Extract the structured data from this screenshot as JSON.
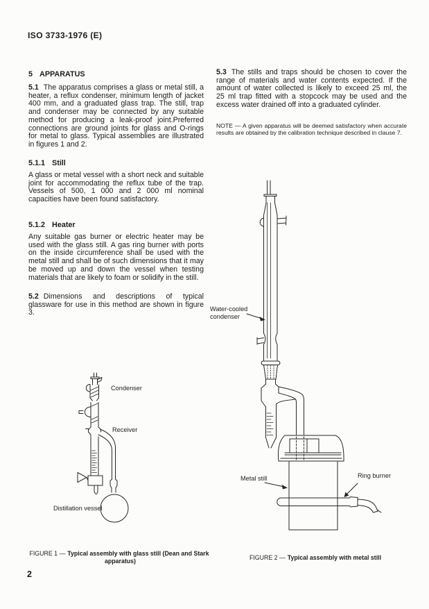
{
  "page": {
    "header": "ISO 3733-1976 (E)",
    "page_number": "2"
  },
  "left_column": {
    "heading5": {
      "num": "5",
      "label": "APPARATUS"
    },
    "p51": {
      "num": "5.1",
      "text": "The apparatus comprises a glass or metal still, a heater, a reflux condenser, minimum length of jacket 400 mm, and a graduated glass trap. The still, trap and condenser may be connected by any suitable method for producing a leak-proof joint.Preferred connections are ground joints for glass and O-rings for metal to glass. Typical assemblies are illustrated in figures 1 and 2."
    },
    "h511": {
      "num": "5.1.1",
      "label": "Still"
    },
    "p511": "A glass or metal vessel with a short neck and suitable joint for accommodating the reflux tube of the trap. Vessels of 500, 1 000 and 2 000 ml nominal capacities have been found satisfactory.",
    "h512": {
      "num": "5.1.2",
      "label": "Heater"
    },
    "p512": "Any suitable gas burner or electric heater may be used with the glass still. A gas ring burner with ports on the inside circumference shall be used with the metal still and shall be of such dimensions that it may be moved up and down the vessel when testing materials that are likely to foam or solidify in the still.",
    "p52": {
      "num": "5.2",
      "text": "Dimensions and descriptions of typical glassware for use in this method are shown in figure 3."
    }
  },
  "right_column": {
    "p53": {
      "num": "5.3",
      "text": "The stills and traps should be chosen to cover the range of materials and water contents expected. If the amount of water collected is likely to exceed 25 ml, the 25 ml trap fitted with a stopcock may be used and the excess water drained off into a graduated cylinder."
    },
    "note": "NOTE — A given apparatus will be deemed satisfactory when accurate results are obtained by the calibration technique described in clause 7."
  },
  "figure1": {
    "labels": {
      "condenser": "Condenser",
      "receiver": "Receiver",
      "vessel": "Distillation vessel"
    },
    "caption_prefix": "FIGURE 1 —",
    "caption_bold_line1": "Typical assembly with glass still (Dean and Stark",
    "caption_bold_line2": "apparatus)"
  },
  "figure2": {
    "labels": {
      "condenser_line1": "Water-cooled",
      "condenser_line2": "condenser",
      "still": "Metal still",
      "burner": "Ring burner"
    },
    "caption_prefix": "FIGURE 2 —",
    "caption_bold": "Typical assembly with metal still"
  }
}
